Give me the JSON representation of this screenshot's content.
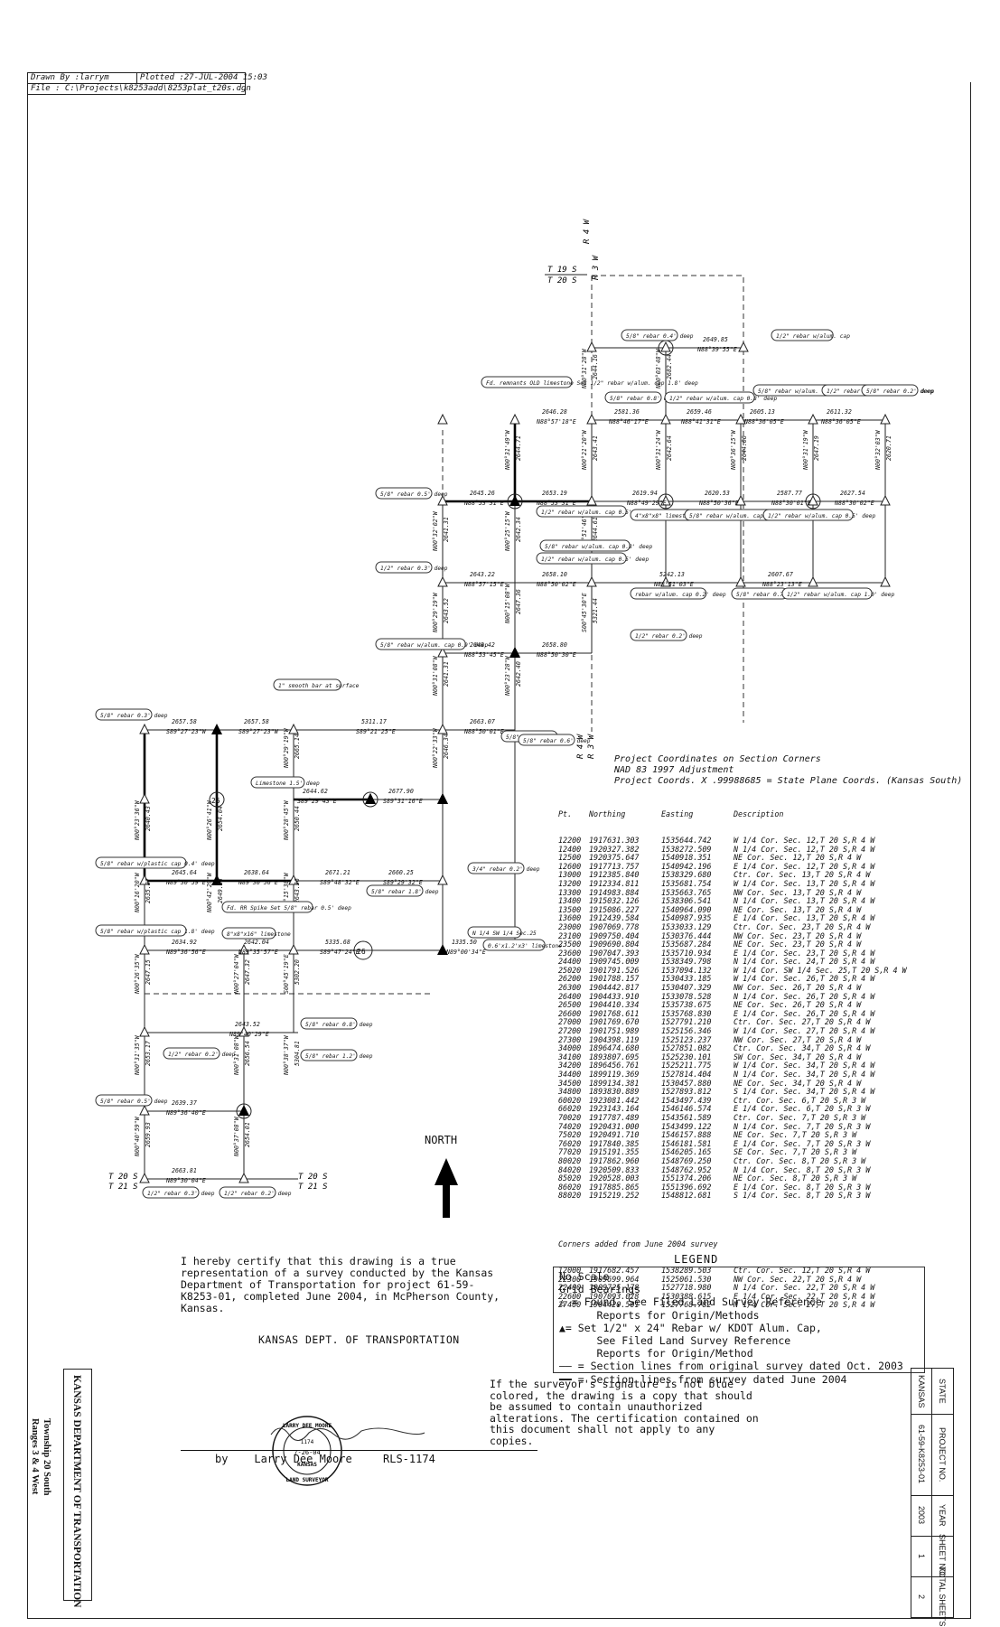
{
  "header": {
    "drawn_by": "Drawn By :larrym",
    "plotted": "Plotted :27-JUL-2004 15:03",
    "file": "File : C:\\Projects\\k8253add\\8253plat_t20s.dgn"
  },
  "township": {
    "top_a": "T 19 S",
    "top_b": "T 20 S",
    "range_a": "R 4 W",
    "range_b": "R 3 W",
    "bottom_a": "T 20 S",
    "bottom_b": "T 21 S",
    "bottom_c": "T 20 S",
    "bottom_d": "T 21 S",
    "range_c": "R 4 W",
    "range_d": "R 3 W"
  },
  "project_note": [
    "Project Coordinates on Section Corners",
    "NAD 83 1997 Adjustment",
    "Project Coords. X .99988685 = State Plane Coords. (Kansas South)"
  ],
  "coord_header": {
    "pt": "Pt.",
    "n": "Northing",
    "e": "Easting",
    "d": "Description"
  },
  "coords": [
    [
      "12200",
      "1917631.303",
      "1535644.742",
      "W 1/4 Cor. Sec. 12,T 20 S,R 4 W"
    ],
    [
      "12400",
      "1920327.382",
      "1538272.509",
      "N 1/4 Cor. Sec. 12,T 20 S,R 4 W"
    ],
    [
      "12500",
      "1920375.647",
      "1540918.351",
      "NE Cor. Sec. 12,T 20 S,R 4 W"
    ],
    [
      "12600",
      "1917713.757",
      "1540942.196",
      "E 1/4 Cor. Sec. 12,T 20 S,R 4 W"
    ],
    [
      "13000",
      "1912385.840",
      "1538329.680",
      "Ctr. Cor. Sec. 13,T 20 S,R 4 W"
    ],
    [
      "13200",
      "1912334.811",
      "1535681.754",
      "W 1/4 Cor. Sec. 13,T 20 S,R 4 W"
    ],
    [
      "13300",
      "1914983.884",
      "1535663.765",
      "NW Cor. Sec. 13,T 20 S,R 4 W"
    ],
    [
      "13400",
      "1915032.126",
      "1538306.541",
      "N 1/4 Cor. Sec. 13,T 20 S,R 4 W"
    ],
    [
      "13500",
      "1915086.227",
      "1540964.090",
      "NE Cor. Sec. 13,T 20 S,R 4 W"
    ],
    [
      "13600",
      "1912439.584",
      "1540987.935",
      "E 1/4 Cor. Sec. 13,T 20 S,R 4 W"
    ],
    [
      "23000",
      "1907069.778",
      "1533033.129",
      "Ctr. Cor. Sec. 23,T 20 S,R 4 W"
    ],
    [
      "23100",
      "1909750.404",
      "1530376.444",
      "NW Cor. Sec. 23,T 20 S,R 4 W"
    ],
    [
      "23500",
      "1909690.804",
      "1535687.284",
      "NE Cor. Sec. 23,T 20 S,R 4 W"
    ],
    [
      "23600",
      "1907047.393",
      "1535710.934",
      "E 1/4 Cor. Sec. 23,T 20 S,R 4 W"
    ],
    [
      "24400",
      "1909745.009",
      "1538349.798",
      "N 1/4 Cor. Sec. 24,T 20 S,R 4 W"
    ],
    [
      "25020",
      "1901791.526",
      "1537094.132",
      "W 1/4 Cor. SW 1/4 Sec. 25,T 20 S,R 4 W"
    ],
    [
      "26200",
      "1901788.157",
      "1530433.185",
      "W 1/4 Cor. Sec. 26,T 20 S,R 4 W"
    ],
    [
      "26300",
      "1904442.817",
      "1530407.329",
      "NW Cor. Sec. 26,T 20 S,R 4 W"
    ],
    [
      "26400",
      "1904433.910",
      "1533078.528",
      "N 1/4 Cor. Sec. 26,T 20 S,R 4 W"
    ],
    [
      "26500",
      "1904410.334",
      "1535738.675",
      "NE Cor. Sec. 26,T 20 S,R 4 W"
    ],
    [
      "26600",
      "1901768.611",
      "1535768.830",
      "E 1/4 Cor. Sec. 26,T 20 S,R 4 W"
    ],
    [
      "27000",
      "1901769.670",
      "1527791.210",
      "Ctr. Cor. Sec. 27,T 20 S,R 4 W"
    ],
    [
      "27200",
      "1901751.989",
      "1525156.346",
      "W 1/4 Cor. Sec. 27,T 20 S,R 4 W"
    ],
    [
      "27300",
      "1904398.119",
      "1525123.237",
      "NW Cor. Sec. 27,T 20 S,R 4 W"
    ],
    [
      "34000",
      "1896474.680",
      "1527851.082",
      "Ctr. Cor. Sec. 34,T 20 S,R 4 W"
    ],
    [
      "34100",
      "1893807.695",
      "1525230.101",
      "SW Cor. Sec. 34,T 20 S,R 4 W"
    ],
    [
      "34200",
      "1896456.761",
      "1525211.775",
      "W 1/4 Cor. Sec. 34,T 20 S,R 4 W"
    ],
    [
      "34400",
      "1899119.369",
      "1527814.404",
      "N 1/4 Cor. Sec. 34,T 20 S,R 4 W"
    ],
    [
      "34500",
      "1899134.381",
      "1530457.880",
      "NE Cor. Sec. 34,T 20 S,R 4 W"
    ],
    [
      "34800",
      "1893830.889",
      "1527893.812",
      "S 1/4 Cor. Sec. 34,T 20 S,R 4 W"
    ],
    [
      "60020",
      "1923081.442",
      "1543497.439",
      "Ctr. Cor. Sec. 6,T 20 S,R 3 W"
    ],
    [
      "66020",
      "1923143.164",
      "1546146.574",
      "E 1/4 Cor. Sec. 6,T 20 S,R 3 W"
    ],
    [
      "70020",
      "1917787.489",
      "1543561.589",
      "Ctr. Cor. Sec. 7,T 20 S,R 3 W"
    ],
    [
      "74020",
      "1920431.000",
      "1543499.122",
      "N 1/4 Cor. Sec. 7,T 20 S,R 3 W"
    ],
    [
      "75020",
      "1920491.710",
      "1546157.888",
      "NE Cor. Sec. 7,T 20 S,R 3 W"
    ],
    [
      "76020",
      "1917840.385",
      "1546181.581",
      "E 1/4 Cor. Sec. 7,T 20 S,R 3 W"
    ],
    [
      "77020",
      "1915191.355",
      "1546205.165",
      "SE Cor. Sec. 7,T 20 S,R 3 W"
    ],
    [
      "80020",
      "1917862.960",
      "1548769.250",
      "Ctr. Cor. Sec. 8,T 20 S,R 3 W"
    ],
    [
      "84020",
      "1920509.833",
      "1548762.952",
      "N 1/4 Cor. Sec. 8,T 20 S,R 3 W"
    ],
    [
      "85020",
      "1920528.003",
      "1551374.206",
      "NE Cor. Sec. 8,T 20 S,R 3 W"
    ],
    [
      "86020",
      "1917885.865",
      "1551396.692",
      "E 1/4 Cor. Sec. 8,T 20 S,R 3 W"
    ],
    [
      "88020",
      "1915219.252",
      "1548812.681",
      "S 1/4 Cor. Sec. 8,T 20 S,R 3 W"
    ]
  ],
  "coords_added_title": "Corners added from June 2004 survey",
  "coords_added": [
    [
      "12000",
      "1917682.457",
      "1538289.503",
      "Ctr. Cor. Sec. 12,T 20 S,R 4 W"
    ],
    [
      "22300",
      "1909699.964",
      "1525061.530",
      "NW Cor. Sec. 22,T 20 S,R 4 W"
    ],
    [
      "22400",
      "1909725.178",
      "1527718.980",
      "N 1/4 Cor. Sec. 22,T 20 S,R 4 W"
    ],
    [
      "22600",
      "1907093.078",
      "1530388.615",
      "E 1/4 Cor. Sec. 22,T 20 S,R 4 W"
    ],
    [
      "27400",
      "1904420.501",
      "1527768.782",
      "N 1/4 Cor. Sec. 27,T 20 S,R 4 W"
    ]
  ],
  "legend": {
    "title": "LEGEND",
    "lines": [
      "No Scale",
      "Grid Bearings",
      "△ = Found, See Filed Land Survey Reference",
      "      Reports for Origin/Methods",
      "▲= Set 1/2\" x 24\" Rebar w/ KDOT Alum. Cap,",
      "      See Filed Land Survey Reference",
      "      Reports for Origin/Method",
      "—— = Section lines from original survey dated Oct. 2003",
      "━━ = Section lines from survey dated June 2004"
    ]
  },
  "cert": {
    "text": "I hereby certify that this drawing is a true representation of a survey conducted by the Kansas Department of Transportation for project 61-59-K8253-01, completed June 2004, in McPherson County, Kansas.",
    "agency": "KANSAS DEPT. OF TRANSPORTATION"
  },
  "disclaimer": "If the surveyor's signature is not blue colored, the drawing is a copy that should be assumed to contain unauthorized alterations. The certification contained on this document shall not apply to any copies.",
  "signature": {
    "by": "by",
    "name": "Larry Dee Moore",
    "rls": "RLS-1174",
    "seal_top": "LARRY DEE MOORE",
    "seal_state": "KANSAS",
    "seal_bottom": "LAND SURVEYOR",
    "seal_no": "1174",
    "seal_date": "7-26-04"
  },
  "left_block": {
    "agency": "KANSAS DEPARTMENT OF TRANSPORTATION",
    "township": "Township 20 South",
    "ranges": "Ranges 3 & 4 West"
  },
  "title_block": {
    "state_h": "STATE",
    "state": "KANSAS",
    "proj_h": "PROJECT NO.",
    "proj": "61-59-K8253-01",
    "year_h": "YEAR",
    "year": "2003",
    "sheet_h": "SHEET NO.",
    "sheet": "1",
    "total_h": "TOTAL SHEETS",
    "total": "2"
  },
  "north": "NORTH",
  "plat": {
    "distances": [
      "2649.85",
      "2646.28",
      "2581.36",
      "2659.46",
      "2605.13",
      "2611.32",
      "2645.26",
      "2653.19",
      "2619.94",
      "2620.53",
      "2587.77",
      "2627.54",
      "2643.22",
      "2658.10",
      "5242.13",
      "2607.67",
      "2648.42",
      "2658.80",
      "2657.58",
      "2657.58",
      "5311.17",
      "2663.07",
      "2644.62",
      "2677.90",
      "2645.64",
      "2638.64",
      "2671.21",
      "2660.25",
      "2634.92",
      "2642.04",
      "5335.68",
      "1335.50",
      "2643.52",
      "2639.37",
      "2663.81"
    ],
    "bearings": [
      "N88°39'55\"E",
      "N88°57'18\"E",
      "N88°46'17\"E",
      "N88°41'31\"E",
      "N88°36'05\"E",
      "N88°36'05\"E",
      "N88°53'31\"E",
      "N88°53'31\"E",
      "N88°49'29\"E",
      "N88°50'36\"E",
      "N88°30'01\"E",
      "N88°30'02\"E",
      "N88°57'15\"E",
      "N88°50'02\"E",
      "N88°51'03\"E",
      "N88°23'13\"E",
      "N88°53'45\"E",
      "N88°50'30\"E",
      "S89°27'23\"W",
      "S89°27'23\"W",
      "S89°21'25\"E",
      "N88°50'01\"E",
      "S89°29'43\"E",
      "S89°31'16\"E",
      "N89°30'59\"E",
      "N89°30'56\"E",
      "S89°48'32\"E",
      "S89°29'32\"E",
      "N89°36'56\"E",
      "N89°35'57\"E",
      "S89°47'24\"E",
      "N89°00'34\"E",
      "N89°40'29\"E",
      "N89°36'40\"E",
      "N89°30'04\"E"
    ],
    "vdist": [
      "2682.44",
      "2644.16",
      "2643.41",
      "2642.64",
      "2644.06",
      "2647.19",
      "2620.71",
      "2644.71",
      "2642.34",
      "2641.31",
      "2643.52",
      "2644.61",
      "5321.44",
      "2647.36",
      "2642.40",
      "2641.31",
      "2646.34",
      "2665.14",
      "2650.44",
      "2654.04",
      "2649.13",
      "2640.43",
      "2635.87",
      "2643.36",
      "5302.20",
      "5304.81",
      "2647.15",
      "2653.17",
      "2647.32",
      "2656.54",
      "2654.01",
      "2659.93"
    ],
    "vbear": [
      "N00°03'48\"W",
      "N00°31'28\"W",
      "N00°21'20\"W",
      "N00°31'24\"W",
      "N00°36'15\"W",
      "N00°31'19\"W",
      "N00°32'03\"W",
      "N00°31'49\"W",
      "N00°25'15\"W",
      "N00°32'02\"W",
      "N00°29'19\"W",
      "N00°51'46\"W",
      "S00°45'30\"E",
      "N00°15'08\"W",
      "N00°23'28\"W",
      "N00°31'08\"W",
      "N00°22'33\"W",
      "N00°29'19\"W",
      "N00°28'45\"W",
      "N00°26'41\"W",
      "N00°42'29\"W",
      "N00°23'36\"W",
      "N00°16'20\"W",
      "N00°15'38\"W",
      "S00°45'19\"E",
      "N00°38'37\"W",
      "N00°26'35\"W",
      "N00°31'35\"W",
      "N00°27'04\"W",
      "N00°31'08\"W",
      "N00°37'08\"W",
      "N00°40'59\"W"
    ],
    "notes": [
      "5/8\" rebar 0.4' deep",
      "1/2\" rebar w/alum. cap",
      "Fd. remnants OLD limestone Set 1/2\" rebar w/alum. cap 1.8' deep",
      "5/8\" rebar 0.8' deep",
      "1/2\" rebar w/alum. cap 0.8' deep",
      "5/8\" rebar w/alum. cap 0.8' deep",
      "1/2\" rebar w/alum. cap 0.4' deep",
      "5/8\" rebar 0.2' deep",
      "5/8\" rebar 0.5' deep",
      "1/2\" rebar w/alum. cap 0.5' deep",
      "5/8\" rebar w/alum. cap 0.8' deep",
      "4\"x8\"x8\" limestone 1.5' deep",
      "5/8\" rebar w/alum. cap 1.5' deep",
      "1/2\" rebar w/alum. cap 0.5' deep",
      "1/2\" rebar 0.3' deep",
      "1/2\" rebar w/alum. cap 0.5' deep",
      "rebar w/alum. cap 0.2' deep",
      "5/8\" rebar 0.7' deep",
      "1/2\" rebar w/alum. cap 1.0' deep",
      "5/8\" rebar w/alum. cap 0.9' deep",
      "1/2\" rebar 0.2' deep",
      "1\" smooth bar at surface",
      "5/8\" rebar 0.3' deep",
      "5/8\" rebar 0.2' deep",
      "5/8\" rebar 0.6' deep",
      "Limestone 1.5' deep",
      "5/8\" rebar w/plastic cap 0.4' deep",
      "Fd. RR Spike Set 5/8\" rebar 0.5' deep",
      "5/8\" rebar 1.8' deep",
      "3/4\" rebar 0.2' deep",
      "5/8\" rebar w/plastic cap 1.8' deep",
      "8\"x8\"x16\" limestone",
      "0.6'x1.2'x3' limestone",
      "1/2\" rebar 0.2' deep",
      "5/8\" rebar 0.8' deep",
      "5/8\" rebar 1.2' deep",
      "5/8\" rebar 0.5' deep",
      "1/2\" rebar 0.3' deep",
      "1/2\" rebar 0.2' deep",
      "N 1/4 SW 1/4 Sec.25"
    ],
    "section_nums": [
      "25",
      "26"
    ]
  }
}
